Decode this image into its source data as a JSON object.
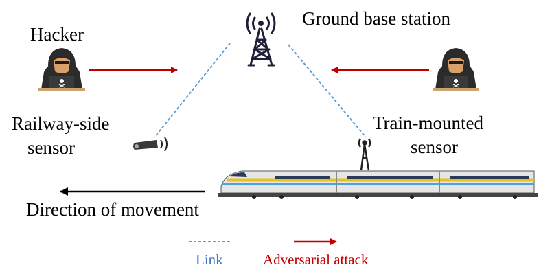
{
  "labels": {
    "hacker": "Hacker",
    "base_station": "Ground base station",
    "railway_sensor_line1": "Railway-side",
    "railway_sensor_line2": "sensor",
    "train_sensor_line1": "Train-mounted",
    "train_sensor_line2": "sensor",
    "direction": "Direction of movement"
  },
  "legend": {
    "link": "Link",
    "adversarial": "Adversarial attack"
  },
  "colors": {
    "link": "#5b9bd5",
    "adversarial": "#c00000",
    "direction_arrow": "#000000",
    "legend_link_text": "#4472c4",
    "legend_adversarial_text": "#c00000"
  },
  "icons": [
    "hacker-icon",
    "tower-icon",
    "railway-sensor-icon",
    "train-antenna-icon",
    "train-icon"
  ]
}
